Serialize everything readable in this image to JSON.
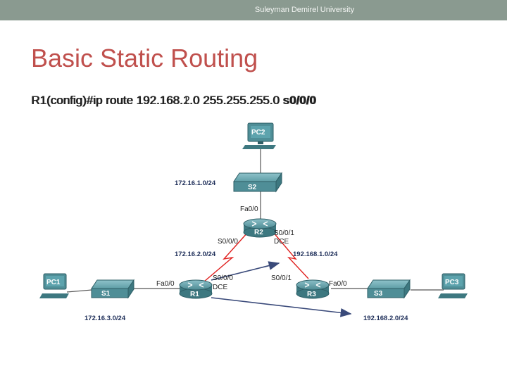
{
  "header": {
    "text": "Suleyman Demirel University"
  },
  "slide": {
    "title": "Basic Static Routing",
    "command_a": "R1(config)#ip route 192.168.1.0 255.255.255.0",
    "command_a_bold": "s0/0/0",
    "command_b": "R1(config)#ip route 192.168.2.0 255.255.255.0",
    "command_b_bold": "s0/0/0"
  },
  "topology": {
    "devices": {
      "pc1": "PC1",
      "pc2": "PC2",
      "pc3": "PC3",
      "s1": "S1",
      "s2": "S2",
      "s3": "S3",
      "r1": "R1",
      "r2": "R2",
      "r3": "R3"
    },
    "networks": {
      "net_s2": "172.16.1.0/24",
      "net_r1r2": "172.16.2.0/24",
      "net_r2r3": "192.168.1.0/24",
      "net_s1": "172.16.3.0/24",
      "net_s3": "192.168.2.0/24"
    },
    "interfaces": {
      "r2_fa": "Fa0/0",
      "r2_s000": "S0/0/0",
      "r2_s001": "S0/0/1",
      "r2_dce": "DCE",
      "r1_fa": "Fa0/0",
      "r1_s000": "S0/0/0",
      "r1_dce": "DCE",
      "r3_s001": "S0/0/1",
      "r3_fa": "Fa0/0"
    }
  },
  "colors": {
    "header_bar": "#8a9a90",
    "title": "#c0504d",
    "serial_link": "#e0201e",
    "arrow": "#3a4a7a",
    "device": "#4f8e97"
  }
}
